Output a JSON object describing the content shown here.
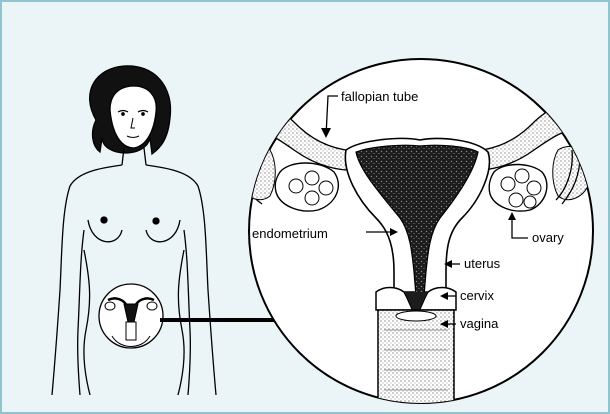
{
  "labels": {
    "fallopian_tube": "fallopian tube",
    "endometrium": "endometrium",
    "uterus": "uterus",
    "cervix": "cervix",
    "vagina": "vagina",
    "ovary": "ovary"
  },
  "colors": {
    "background": "#ebf5f7",
    "frame_border": "#8fc5cf",
    "line": "#000000",
    "tissue_fill": "#ffffff",
    "endometrium_fill": "#1c1c1c"
  }
}
